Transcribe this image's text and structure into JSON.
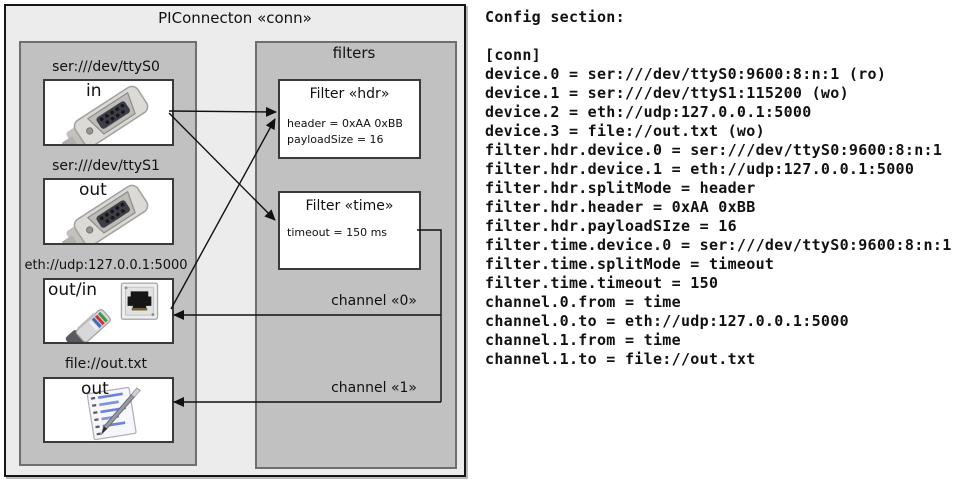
{
  "diagram": {
    "title": "PIConnecton «conn»",
    "devices_panel": {
      "devices": [
        {
          "label": "ser:///dev/ttyS0",
          "port": "in",
          "icon": "serial-connector-icon"
        },
        {
          "label": "ser:///dev/ttyS1",
          "port": "out",
          "icon": "serial-connector-icon"
        },
        {
          "label": "eth://udp:127.0.0.1:5000",
          "port": "out/in",
          "icon": "ethernet-icon"
        },
        {
          "label": "file://out.txt",
          "port": "out",
          "icon": "notepad-pen-icon"
        }
      ]
    },
    "filters_panel": {
      "title": "filters",
      "filters": [
        {
          "title": "Filter «hdr»",
          "props": [
            "header = 0xAA 0xBB",
            "payloadSize = 16"
          ]
        },
        {
          "title": "Filter «time»",
          "props": [
            "timeout = 150 ms"
          ]
        }
      ]
    },
    "channels": [
      {
        "label": "channel «0»"
      },
      {
        "label": "channel «1»"
      }
    ],
    "connections": [
      "ser:///dev/ttyS0 -> Filter «hdr»",
      "ser:///dev/ttyS0 -> Filter «time»",
      "eth://udp:127.0.0.1:5000 -> Filter «hdr»",
      "Filter «time» -> channel «0» -> eth://udp:127.0.0.1:5000",
      "Filter «time» -> channel «1» -> file://out.txt"
    ]
  },
  "config": {
    "heading": "Config section:",
    "lines": [
      "[conn]",
      "device.0 = ser:///dev/ttyS0:9600:8:n:1 (ro)",
      "device.1 = ser:///dev/ttyS1:115200 (wo)",
      "device.2 = eth://udp:127.0.0.1:5000",
      "device.3 = file://out.txt (wo)",
      "filter.hdr.device.0 = ser:///dev/ttyS0:9600:8:n:1",
      "filter.hdr.device.1 = eth://udp:127.0.0.1:5000",
      "filter.hdr.splitMode = header",
      "filter.hdr.header = 0xAA 0xBB",
      "filter.hdr.payloadSIze = 16",
      "filter.time.device.0 = ser:///dev/ttyS0:9600:8:n:1",
      "filter.time.splitMode = timeout",
      "filter.time.timeout = 150",
      "channel.0.from = time",
      "channel.0.to = eth://udp:127.0.0.1:5000",
      "channel.1.from = time",
      "channel.1.to = file://out.txt"
    ]
  },
  "colors": {
    "canvas": "#ffffff",
    "outer_fill": "#ececec",
    "panel_fill": "#c1c1c1",
    "box_fill": "#ffffff",
    "line": "#111111"
  }
}
